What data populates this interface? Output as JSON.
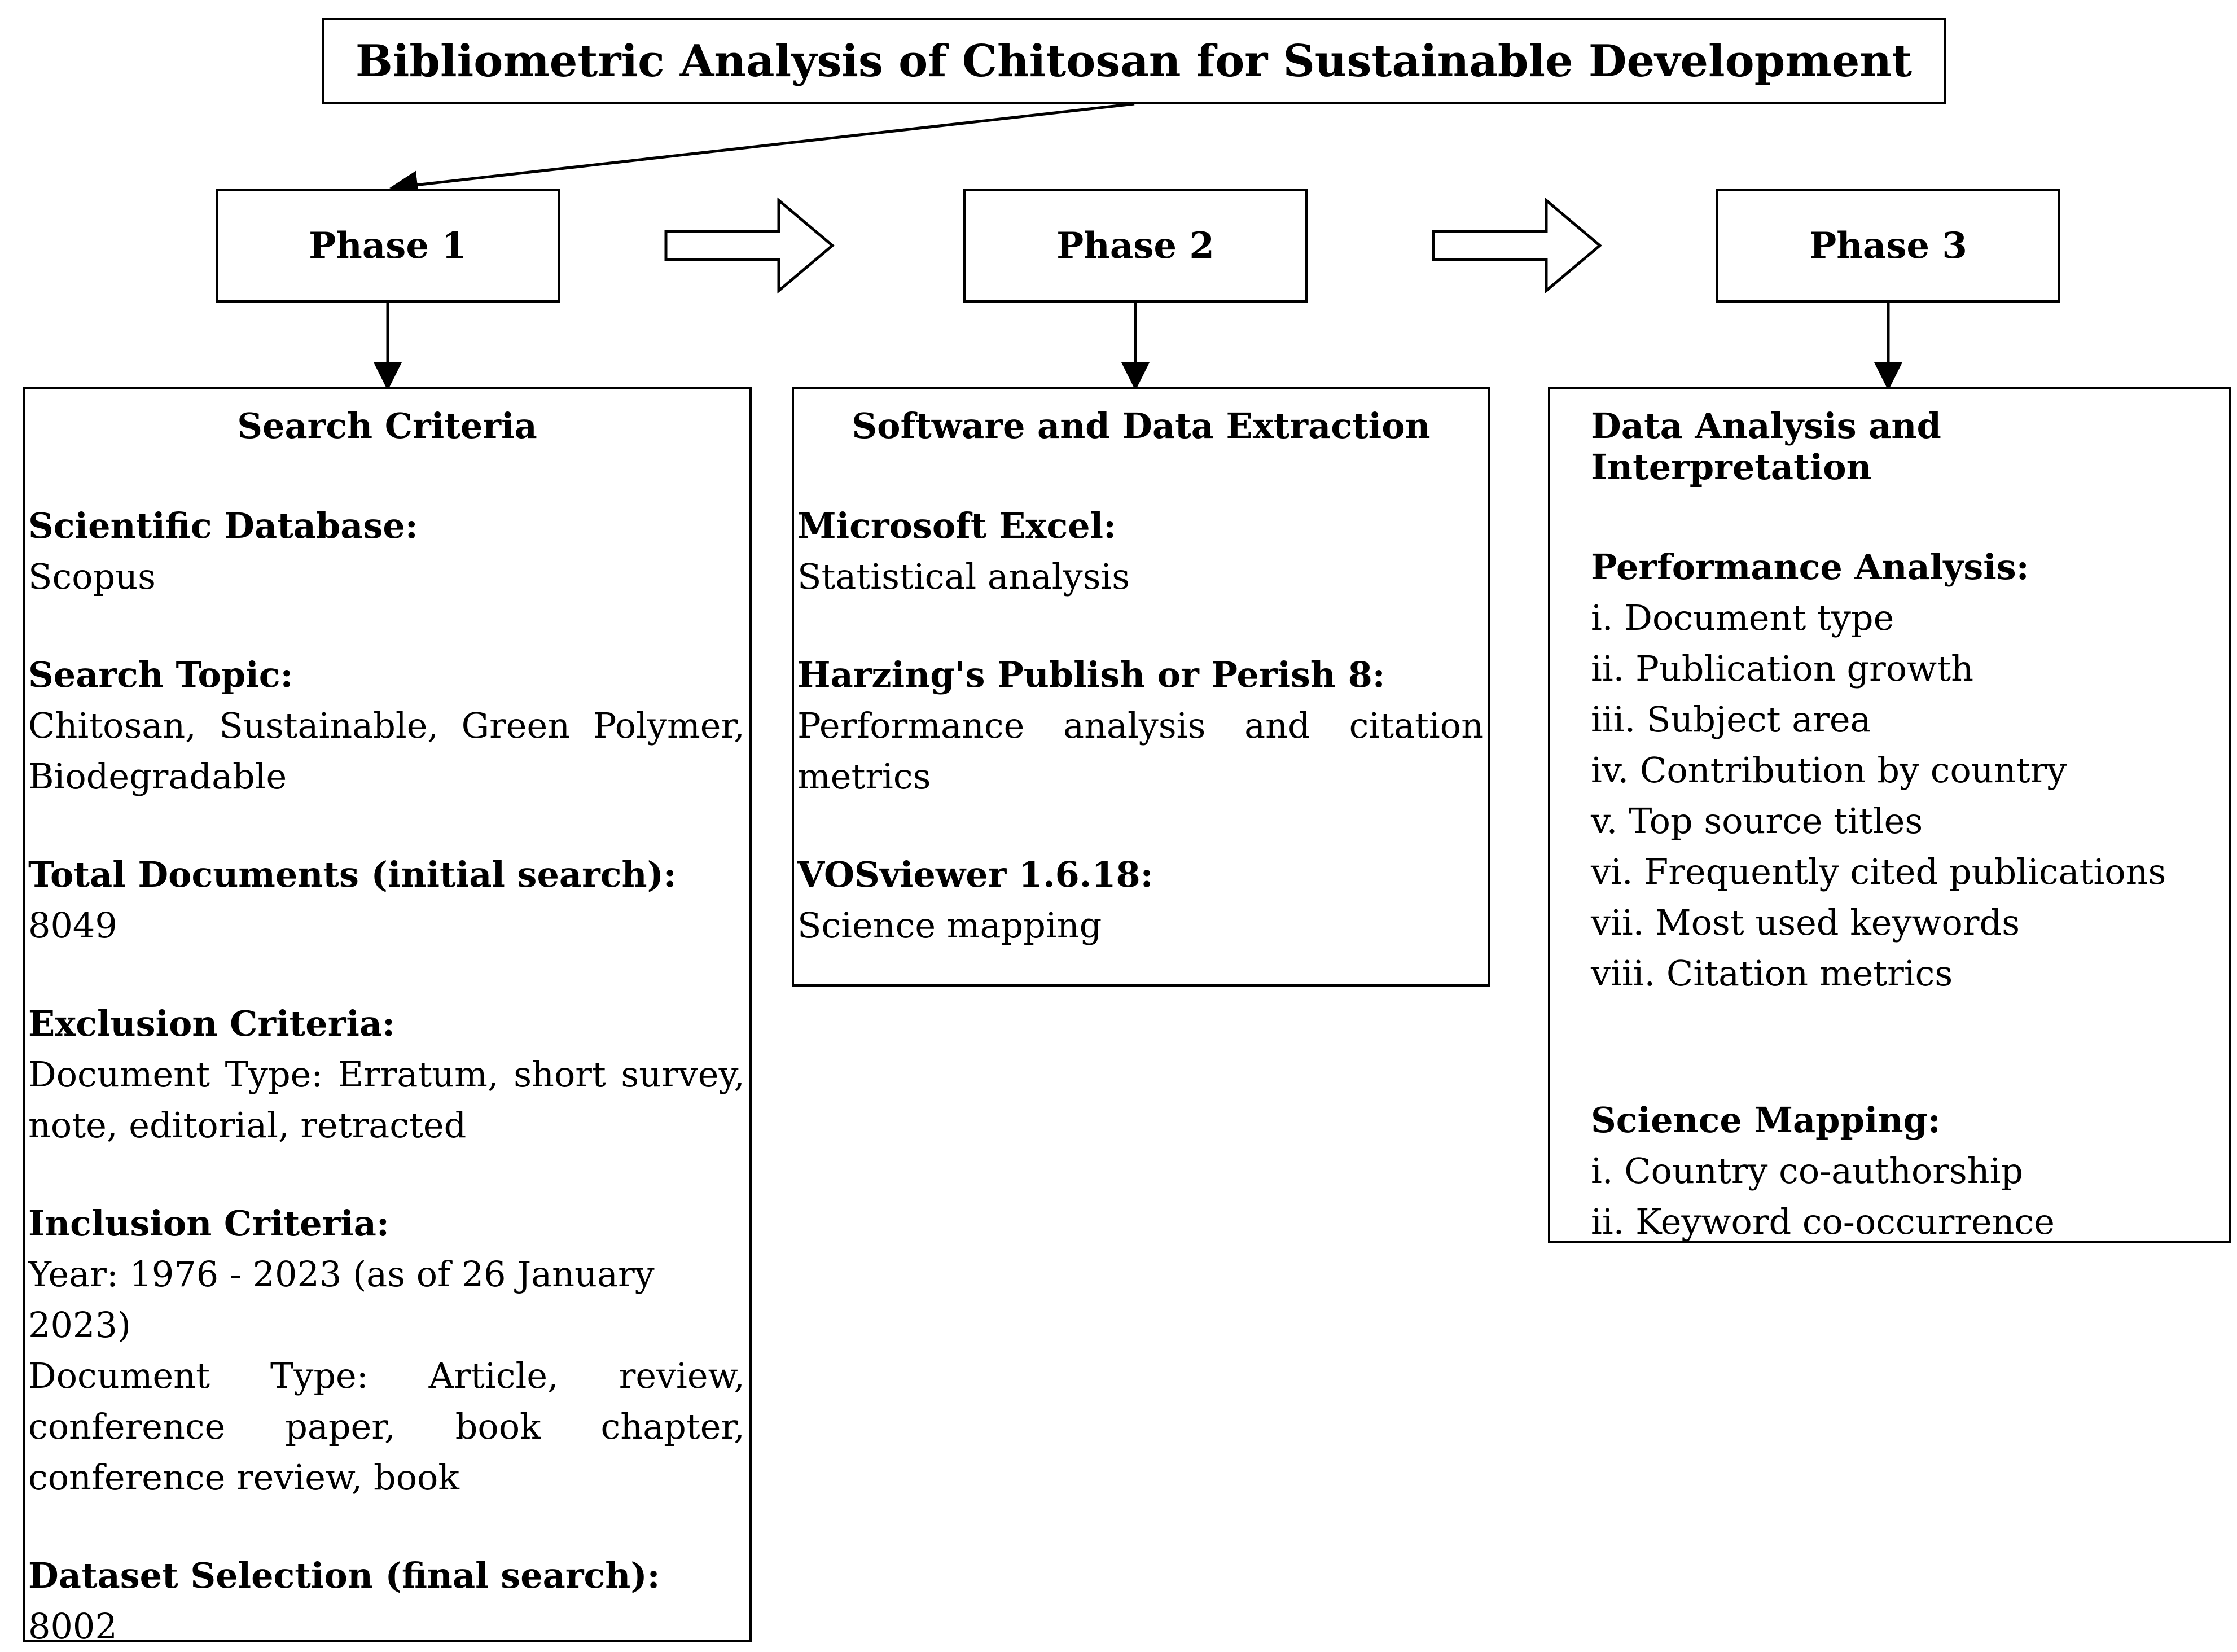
{
  "title": "Bibliometric Analysis of Chitosan for Sustainable Development",
  "phases": [
    {
      "label": "Phase 1"
    },
    {
      "label": "Phase 2"
    },
    {
      "label": "Phase 3"
    }
  ],
  "panel1": {
    "heading": "Search Criteria",
    "database_title": "Scientific Database:",
    "database_value": "Scopus",
    "topic_title": "Search Topic:",
    "topic_value": "Chitosan, Sustainable, Green Polymer, Biodegradable",
    "total_title": "Total Documents (initial search):",
    "total_value": "8049",
    "exclusion_title": "Exclusion Criteria:",
    "exclusion_value": "Document Type: Erratum, short survey, note, editorial, retracted",
    "inclusion_title": "Inclusion Criteria:",
    "inclusion_year": "Year: 1976 - 2023 (as of 26 January 2023)",
    "inclusion_type": "Document Type: Article, review, conference paper, book chapter, conference review, book",
    "dataset_title": "Dataset Selection (final search):",
    "dataset_value": "8002"
  },
  "panel2": {
    "heading": "Software and Data Extraction",
    "excel_title": "Microsoft Excel:",
    "excel_value": "Statistical analysis",
    "pop_title": "Harzing's Publish or Perish 8:",
    "pop_value": "Performance analysis and citation metrics",
    "vos_title": "VOSviewer 1.6.18:",
    "vos_value": "Science mapping"
  },
  "panel3": {
    "heading": "Data Analysis and Interpretation",
    "performance_title": "Performance Analysis:",
    "performance_items": [
      "i. Document type",
      "ii. Publication growth",
      "iii. Subject area",
      "iv. Contribution by country",
      "v. Top source titles",
      "vi. Frequently cited publications",
      "vii. Most used keywords",
      "viii. Citation metrics"
    ],
    "mapping_title": "Science Mapping:",
    "mapping_items": [
      "i. Country co-authorship",
      "ii. Keyword co-occurrence"
    ]
  }
}
